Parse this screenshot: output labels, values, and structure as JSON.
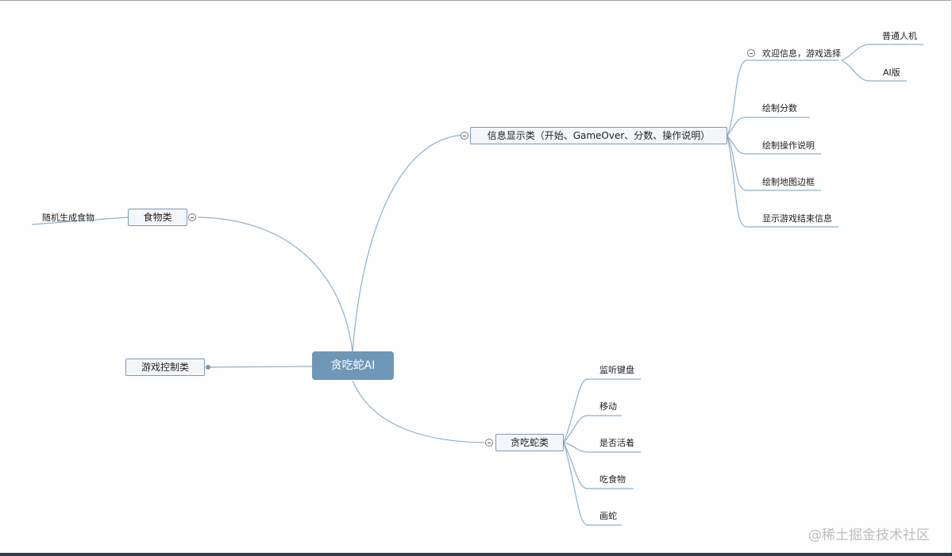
{
  "diagram": {
    "root": "贪吃蛇AI",
    "branches": {
      "info": "信息显示类（开始、GameOver、分数、操作说明）",
      "food": "食物类",
      "control": "游戏控制类",
      "snake": "贪吃蛇类"
    },
    "info_children": [
      "欢迎信息，游戏选择",
      "绘制分数",
      "绘制操作说明",
      "绘制地图边框",
      "显示游戏结束信息"
    ],
    "welcome_children": [
      "普通人机",
      "AI版"
    ],
    "food_children": [
      "随机生成食物"
    ],
    "snake_children": [
      "监听键盘",
      "移动",
      "是否活着",
      "吃食物",
      "画蛇"
    ]
  },
  "watermark": "@稀土掘金技术社区",
  "colors": {
    "line": "#8fb0c8",
    "root": "#6f98b8"
  }
}
